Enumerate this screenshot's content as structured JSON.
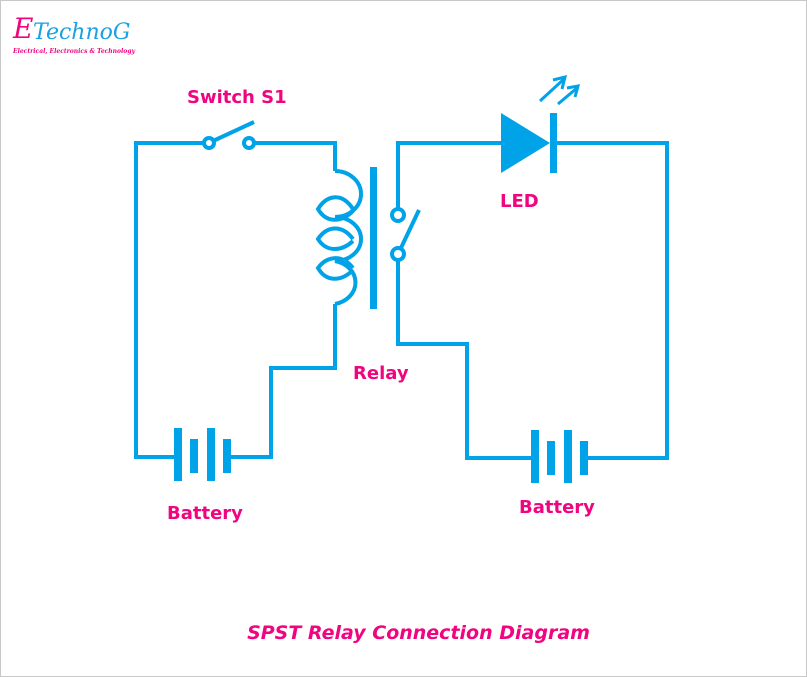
{
  "logo": {
    "letter": "E",
    "name": "TechnoG",
    "tagline": "Electrical, Electronics & Technology"
  },
  "labels": {
    "switch": "Switch S1",
    "relay": "Relay",
    "led": "LED",
    "battery_left": "Battery",
    "battery_right": "Battery"
  },
  "caption": "SPST Relay Connection Diagram",
  "colors": {
    "wire": "#00a2e8",
    "label": "#f0047f"
  }
}
